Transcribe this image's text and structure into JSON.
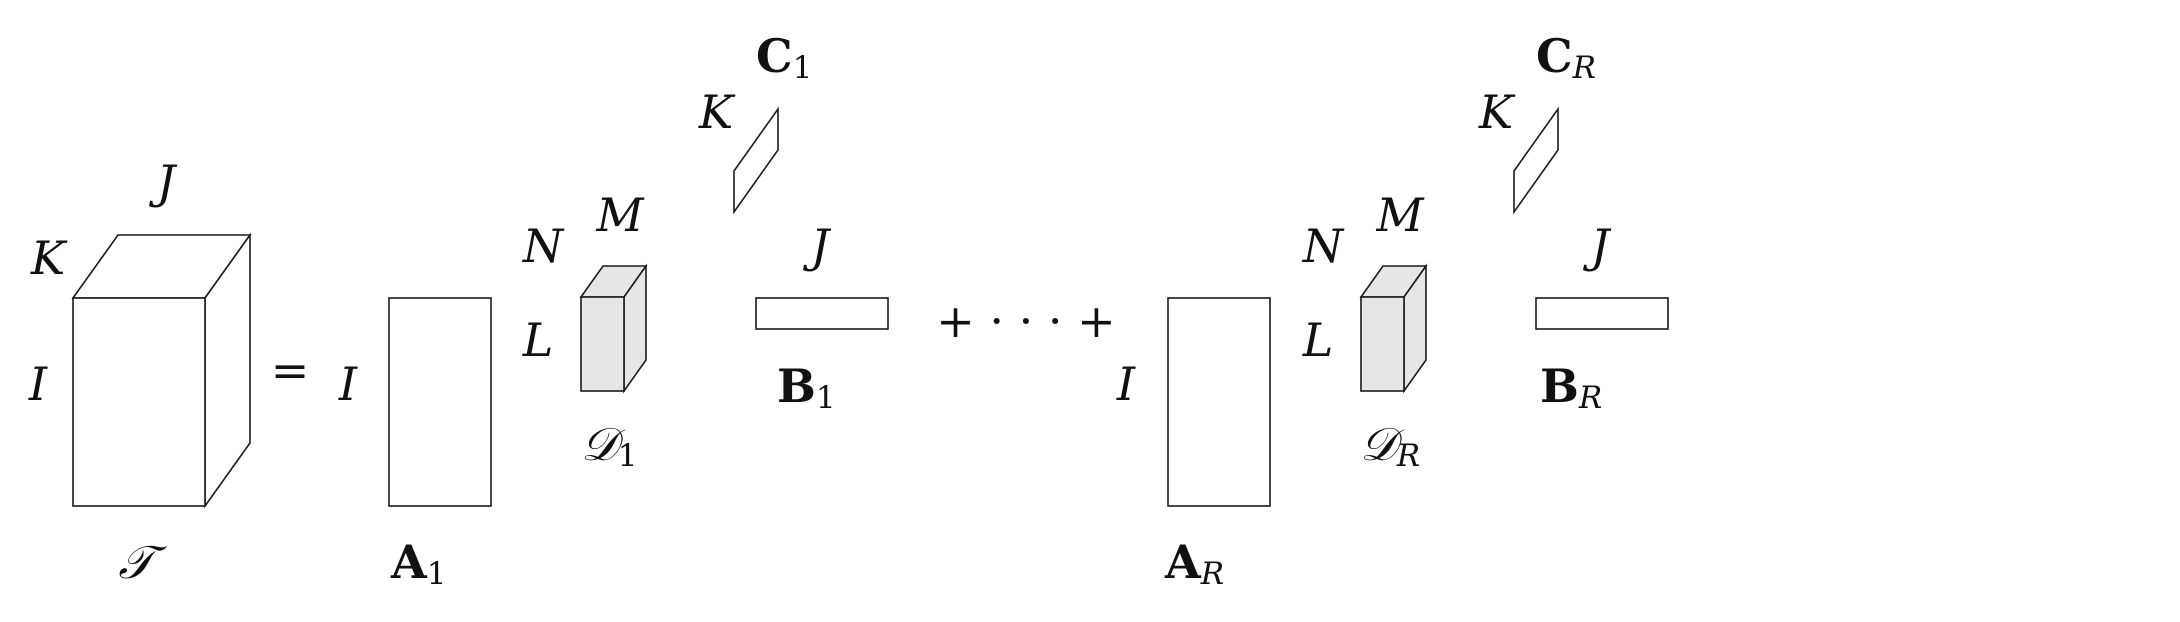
{
  "left": {
    "tensor": "𝒯",
    "dims": {
      "I": "I",
      "J": "J",
      "K": "K"
    },
    "equals": "="
  },
  "terms": [
    {
      "A": {
        "letter": "A",
        "index": "1",
        "dim_I": "I"
      },
      "D": {
        "letter": "𝒟",
        "index": "1",
        "dim_L": "L",
        "dim_M": "M",
        "dim_N": "N"
      },
      "B": {
        "letter": "B",
        "index": "1",
        "dim_J": "J"
      },
      "C": {
        "letter": "C",
        "index": "1",
        "dim_K": "K"
      }
    },
    {
      "A": {
        "letter": "A",
        "index": "R",
        "dim_I": "I"
      },
      "D": {
        "letter": "𝒟",
        "index": "R",
        "dim_L": "L",
        "dim_M": "M",
        "dim_N": "N"
      },
      "B": {
        "letter": "B",
        "index": "R",
        "dim_J": "J"
      },
      "C": {
        "letter": "C",
        "index": "R",
        "dim_K": "K"
      }
    }
  ],
  "ellipsis": "+ · · · +"
}
